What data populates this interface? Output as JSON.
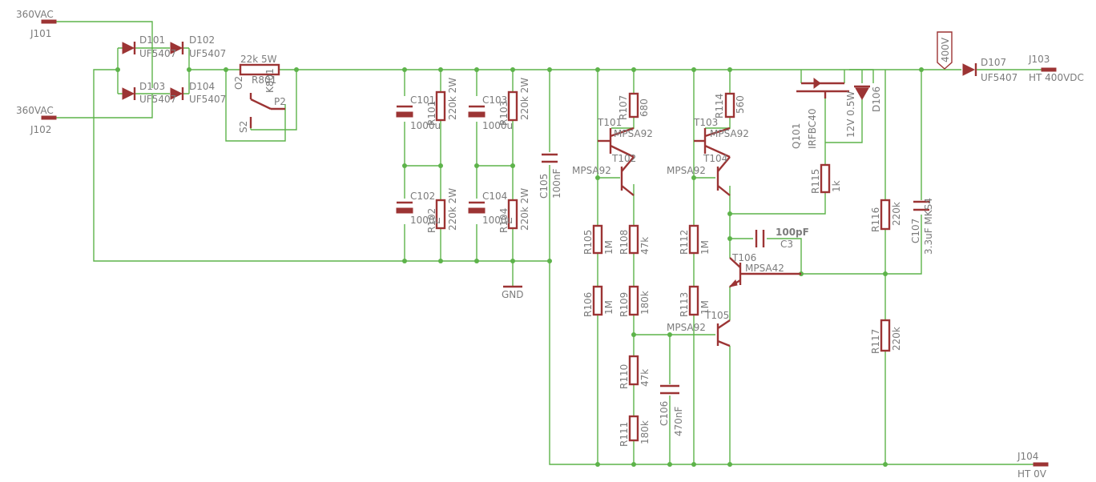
{
  "colors": {
    "wire": "#5db34a",
    "part": "#9c3434",
    "label": "#7c7c7c",
    "background": "#ffffff"
  },
  "connectors": {
    "j101_voltage": "360VAC",
    "j101": "J101",
    "j102_voltage": "360VAC",
    "j102": "J102",
    "j103": "J103",
    "j103_label": "HT 400VDC",
    "j104": "J104",
    "j104_label": "HT 0V",
    "gnd": "GND",
    "flag_400v": "400V"
  },
  "diodes": {
    "d101": "D101",
    "d101_val": "UF5407",
    "d102": "D102",
    "d102_val": "UF5407",
    "d103": "D103",
    "d103_val": "UF5407",
    "d104": "D104",
    "d104_val": "UF5407",
    "d106": "D106",
    "d106_val": "12V 0.5W",
    "d107": "D107",
    "d107_val": "UF5407"
  },
  "relay": {
    "r_val": "22k 5W",
    "label1": "R801",
    "label2": "K801",
    "o2": "O2",
    "p2": "P2",
    "s2": "S2"
  },
  "capacitors": {
    "c101": "C101",
    "c101_val": "1000u",
    "c102": "C102",
    "c102_val": "1000u",
    "c103": "C103",
    "c103_val": "1000u",
    "c104": "C104",
    "c104_val": "1000u",
    "c105": "C105",
    "c105_val": "100nF",
    "c106": "C106",
    "c106_val": "470nF",
    "c107": "C107",
    "c107_val": "3.3uF MKS4",
    "c3": "C3",
    "c3_val": "100pF"
  },
  "resistors": {
    "r101": "R101",
    "r101_val": "220k 2W",
    "r102": "R102",
    "r102_val": "220k 2W",
    "r103": "R103",
    "r103_val": "220k 2W",
    "r104": "R104",
    "r104_val": "220k 2W",
    "r105": "R105",
    "r105_val": "1M",
    "r106": "R106",
    "r106_val": "1M",
    "r107": "R107",
    "r107_val": "680",
    "r108": "R108",
    "r108_val": "47k",
    "r109": "R109",
    "r109_val": "180k",
    "r110": "R110",
    "r110_val": "47k",
    "r111": "R111",
    "r111_val": "180k",
    "r112": "R112",
    "r112_val": "1M",
    "r113": "R113",
    "r113_val": "1M",
    "r114": "R114",
    "r114_val": "560",
    "r115": "R115",
    "r115_val": "1k",
    "r116": "R116",
    "r116_val": "220k",
    "r117": "R117",
    "r117_val": "220k"
  },
  "transistors": {
    "t101": "T101",
    "t101_val": "MPSA92",
    "t102": "T102",
    "t102_val": "MPSA92",
    "t103": "T103",
    "t103_val": "MPSA92",
    "t104": "T104",
    "t104_val": "MPSA92",
    "t105": "T105",
    "t105_val": "MPSA92",
    "t106": "T106",
    "t106_val": "MPSA42",
    "q101": "Q101",
    "q101_val": "IRFBC40"
  }
}
